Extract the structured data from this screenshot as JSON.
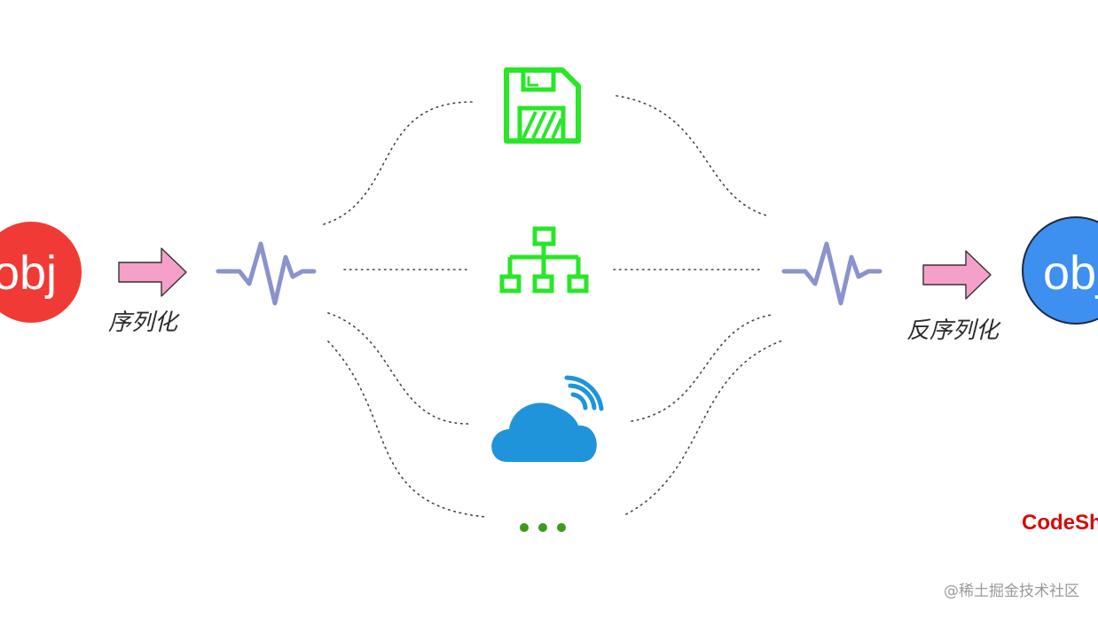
{
  "left_object": {
    "text": "obj",
    "color": "#f03a35"
  },
  "right_object": {
    "text": "obj",
    "color": "#3d8ff0"
  },
  "serialize_label": "序列化",
  "deserialize_label": "反序列化",
  "storage_channels": [
    {
      "icon": "floppy-disk-icon",
      "color": "#29e629"
    },
    {
      "icon": "network-tree-icon",
      "color": "#29e629"
    },
    {
      "icon": "cloud-wireless-icon",
      "color": "#1f94db"
    },
    {
      "icon": "ellipsis-icon",
      "color": "#3c9a1c"
    }
  ],
  "arrow_color": "#f5a0c8",
  "wave_color": "#8a93cc",
  "brand_text": "CodeSh",
  "watermark_text": "@稀土掘金技术社区"
}
